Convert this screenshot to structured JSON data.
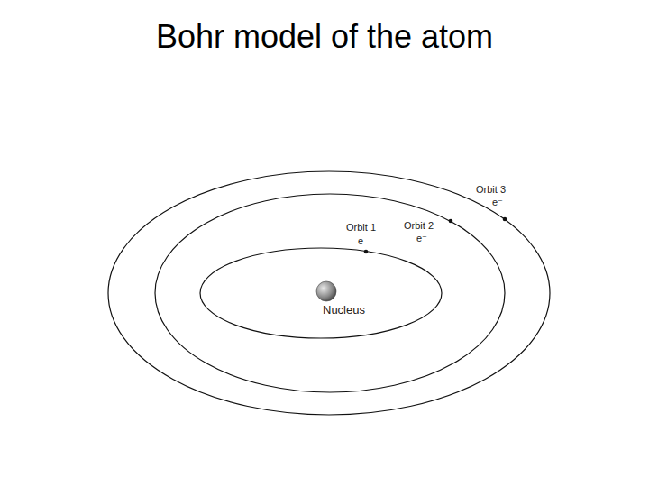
{
  "diagram": {
    "title": "Bohr model of the atom",
    "labels": [
      "Orbit 1",
      "e",
      "Orbit 2",
      "e⁻",
      "Orbit 3",
      "e⁻",
      "Nucleus"
    ]
  }
}
